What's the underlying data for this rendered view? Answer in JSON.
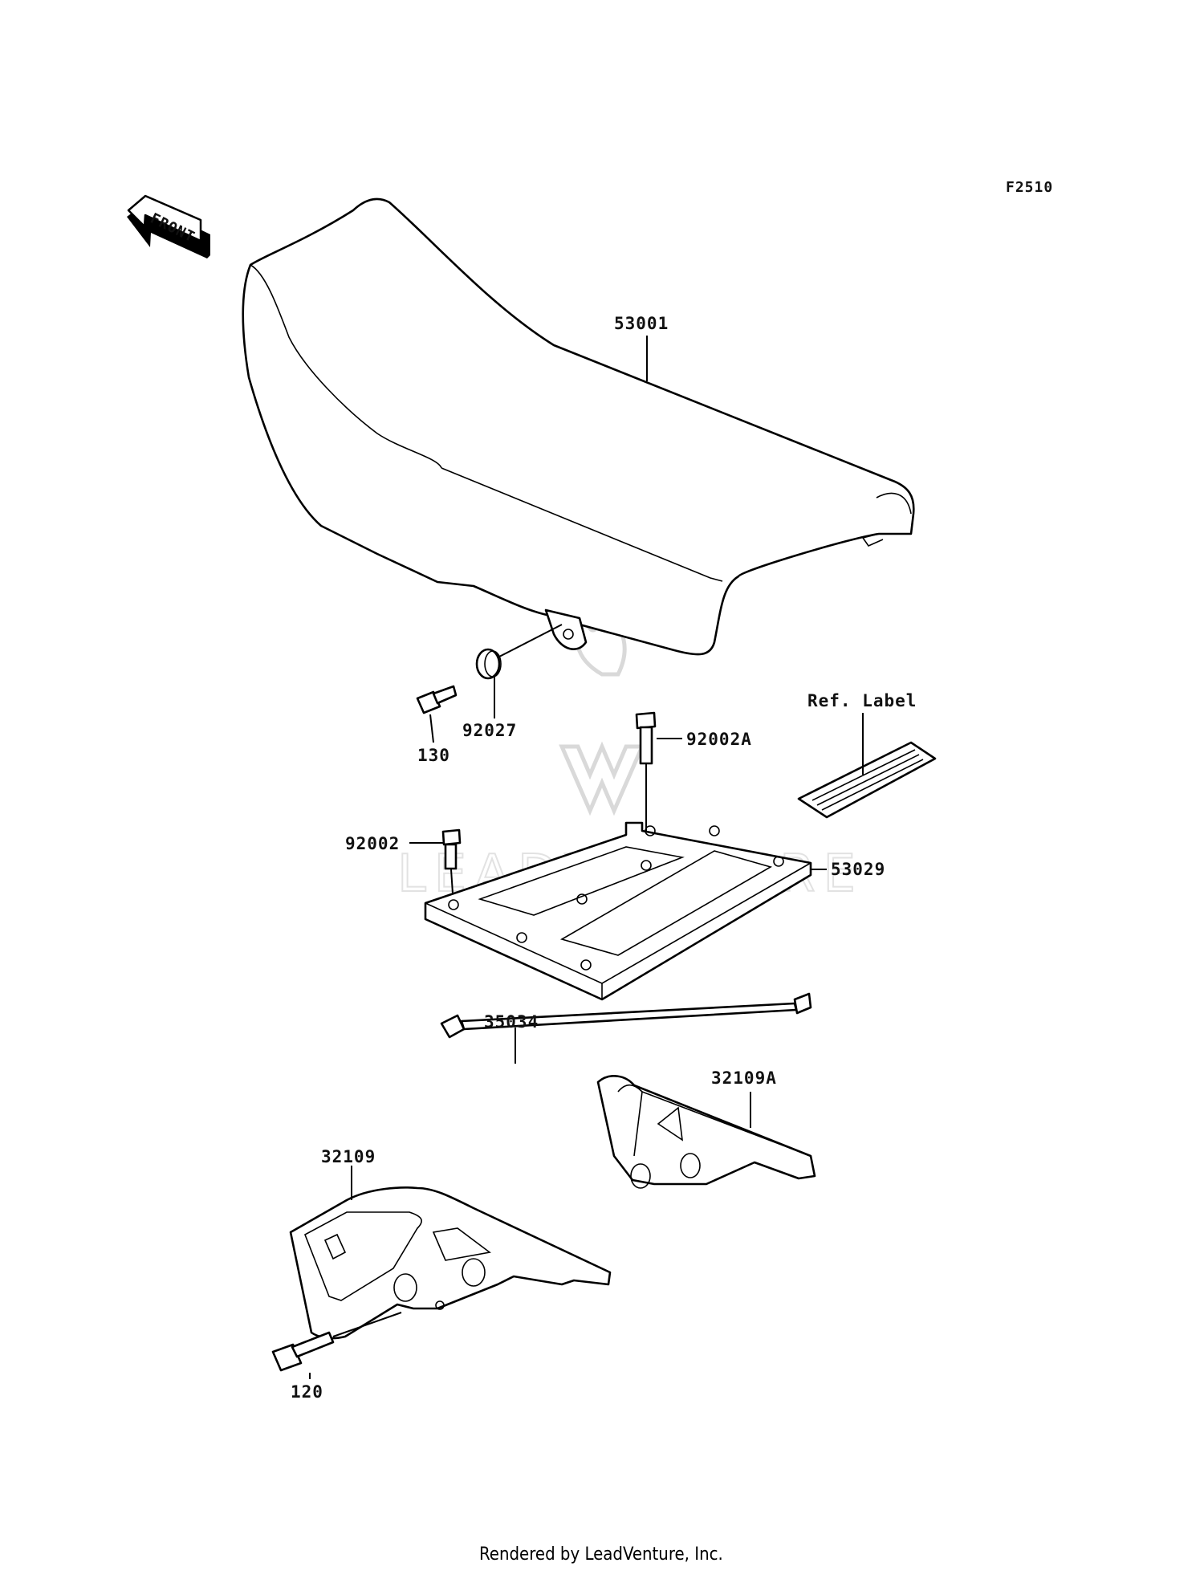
{
  "figure_code": "F2510",
  "direction_tag": "FRONT",
  "callouts": {
    "p53001": "53001",
    "p92027": "92027",
    "p130": "130",
    "p92002A": "92002A",
    "p92002": "92002",
    "p53029": "53029",
    "ref_label": "Ref. Label",
    "p35034": "35034",
    "p32109A": "32109A",
    "p32109": "32109",
    "p120": "120"
  },
  "watermark": "LEADVENTURE",
  "footer": "Rendered by LeadVenture, Inc."
}
